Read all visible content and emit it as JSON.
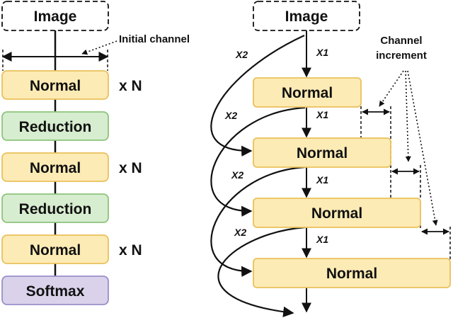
{
  "colors": {
    "normal_fill": "#FDEBB5",
    "normal_stroke": "#E9C15B",
    "reduction_fill": "#D6EDCF",
    "reduction_stroke": "#8DC47C",
    "softmax_fill": "#D9D2EA",
    "softmax_stroke": "#9C8EC9",
    "line": "#111111"
  },
  "left": {
    "input": "Image",
    "annotation": "Initial channel",
    "blocks": [
      {
        "type": "normal",
        "label": "Normal",
        "repeat": "x N"
      },
      {
        "type": "reduction",
        "label": "Reduction",
        "repeat": ""
      },
      {
        "type": "normal",
        "label": "Normal",
        "repeat": "x N"
      },
      {
        "type": "reduction",
        "label": "Reduction",
        "repeat": ""
      },
      {
        "type": "normal",
        "label": "Normal",
        "repeat": "x N"
      },
      {
        "type": "softmax",
        "label": "Softmax",
        "repeat": ""
      }
    ]
  },
  "right": {
    "input": "Image",
    "annotation_lines": [
      "Channel",
      "increment"
    ],
    "blocks": [
      {
        "label": "Normal"
      },
      {
        "label": "Normal"
      },
      {
        "label": "Normal"
      },
      {
        "label": "Normal"
      }
    ],
    "direct_edge_label": "X1",
    "skip_edge_label": "X2"
  }
}
